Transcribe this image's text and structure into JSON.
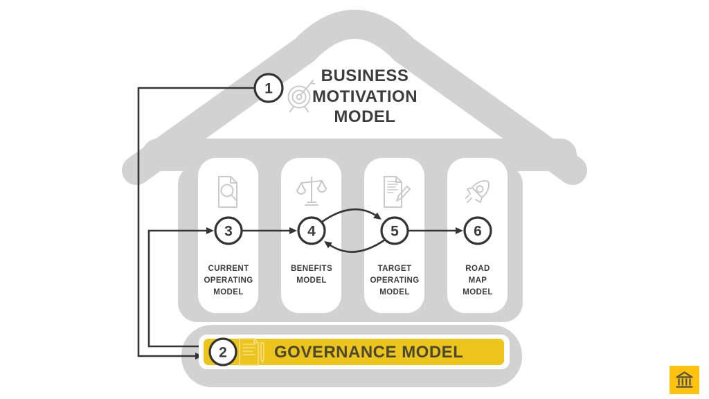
{
  "colors": {
    "body-gray": "#D2D2D2",
    "ink": "#333333",
    "text-dark": "#3C3C3C",
    "icon-gray": "#C9C9C9",
    "accent-yellow": "#EDC41C",
    "gov-text": "#4A4733",
    "gov-icon": "#F3DD7F",
    "badge-yellow": "#FFC20E",
    "badge-glyph": "#5B5640"
  },
  "steps": {
    "s1": {
      "number": "1",
      "title_lines": [
        "BUSINESS",
        "MOTIVATION",
        "MODEL"
      ],
      "icon": "target-icon"
    },
    "s2": {
      "number": "2",
      "label": "GOVERNANCE MODEL",
      "icon": "document-pencil-icon"
    },
    "s3": {
      "number": "3",
      "lines": [
        "CURRENT",
        "OPERATING",
        "MODEL"
      ],
      "icon": "document-magnifier-icon"
    },
    "s4": {
      "number": "4",
      "lines": [
        "BENEFITS",
        "MODEL"
      ],
      "icon": "balance-scale-icon"
    },
    "s5": {
      "number": "5",
      "lines": [
        "TARGET",
        "OPERATING",
        "MODEL"
      ],
      "icon": "document-pencil-icon"
    },
    "s6": {
      "number": "6",
      "lines": [
        "ROAD",
        "MAP",
        "MODEL"
      ],
      "icon": "rocket-icon"
    }
  },
  "corner_badge": {
    "icon": "bank-icon"
  }
}
